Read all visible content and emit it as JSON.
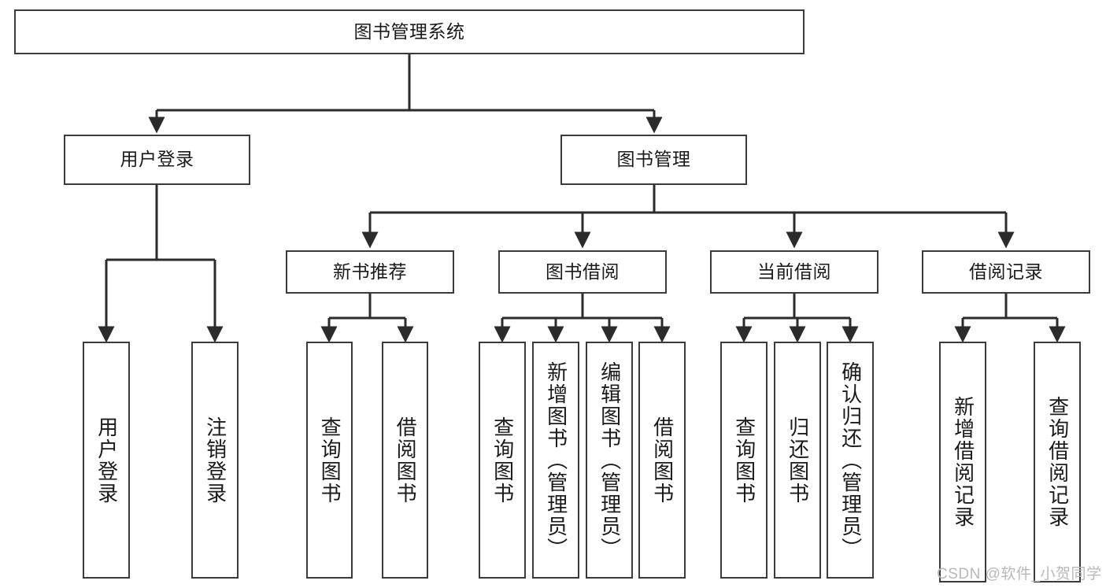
{
  "diagram": {
    "title": "图书管理系统",
    "type": "tree",
    "orientation": "top-down",
    "colors": {
      "box_border": "#3b3b3b",
      "box_fill": "#ffffff",
      "edge": "#2b2b2b",
      "text": "#1a1a1a",
      "watermark": "#b8b8b8",
      "background": "#ffffff"
    },
    "nodes": {
      "root": {
        "label": "图书管理系统",
        "level": 0
      },
      "user_login": {
        "label": "用户登录",
        "level": 1
      },
      "book_manage": {
        "label": "图书管理",
        "level": 1
      },
      "new_book_rec": {
        "label": "新书推荐",
        "level": 2
      },
      "book_borrow": {
        "label": "图书借阅",
        "level": 2
      },
      "current_borrow": {
        "label": "当前借阅",
        "level": 2
      },
      "borrow_record": {
        "label": "借阅记录",
        "level": 2
      },
      "leaf_user_login": {
        "label": "用户登录",
        "level": 3
      },
      "leaf_logout": {
        "label": "注销登录",
        "level": 3
      },
      "leaf_query_book_1": {
        "label": "查询图书",
        "level": 3
      },
      "leaf_borrow_book_1": {
        "label": "借阅图书",
        "level": 3
      },
      "leaf_query_book_2": {
        "label": "查询图书",
        "level": 3
      },
      "leaf_add_book": {
        "label": "新增图书（管理员）",
        "level": 3
      },
      "leaf_edit_book": {
        "label": "编辑图书（管理员）",
        "level": 3
      },
      "leaf_borrow_book_2": {
        "label": "借阅图书",
        "level": 3
      },
      "leaf_query_book_3": {
        "label": "查询图书",
        "level": 3
      },
      "leaf_return_book": {
        "label": "归还图书",
        "level": 3
      },
      "leaf_confirm_return": {
        "label": "确认归还（管理员）",
        "level": 3
      },
      "leaf_add_record": {
        "label": "新增借阅记录",
        "level": 3
      },
      "leaf_query_record": {
        "label": "查询借阅记录",
        "level": 3
      }
    },
    "edges": [
      {
        "from": "root",
        "to": "user_login"
      },
      {
        "from": "root",
        "to": "book_manage"
      },
      {
        "from": "user_login",
        "to": "leaf_user_login"
      },
      {
        "from": "user_login",
        "to": "leaf_logout"
      },
      {
        "from": "book_manage",
        "to": "new_book_rec"
      },
      {
        "from": "book_manage",
        "to": "book_borrow"
      },
      {
        "from": "book_manage",
        "to": "current_borrow"
      },
      {
        "from": "book_manage",
        "to": "borrow_record"
      },
      {
        "from": "new_book_rec",
        "to": "leaf_query_book_1"
      },
      {
        "from": "new_book_rec",
        "to": "leaf_borrow_book_1"
      },
      {
        "from": "book_borrow",
        "to": "leaf_query_book_2"
      },
      {
        "from": "book_borrow",
        "to": "leaf_add_book"
      },
      {
        "from": "book_borrow",
        "to": "leaf_edit_book"
      },
      {
        "from": "book_borrow",
        "to": "leaf_borrow_book_2"
      },
      {
        "from": "current_borrow",
        "to": "leaf_query_book_3"
      },
      {
        "from": "current_borrow",
        "to": "leaf_return_book"
      },
      {
        "from": "current_borrow",
        "to": "leaf_confirm_return"
      },
      {
        "from": "borrow_record",
        "to": "leaf_add_record"
      },
      {
        "from": "borrow_record",
        "to": "leaf_query_record"
      }
    ]
  },
  "watermark": {
    "text": "CSDN @软件_小贺同学"
  }
}
